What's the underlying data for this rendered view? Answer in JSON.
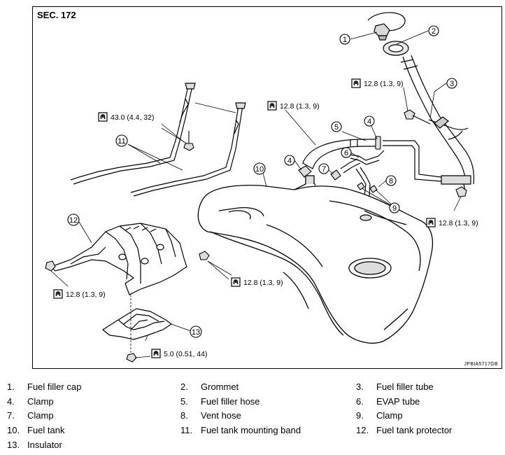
{
  "figure": {
    "section_label": "SEC. 172",
    "drawing_code": "JPBIA5717GB",
    "callouts": [
      "1",
      "2",
      "3",
      "4",
      "4",
      "5",
      "6",
      "7",
      "8",
      "9",
      "10",
      "11",
      "12",
      "13"
    ],
    "torque_values": [
      "43.0 (4.4, 32)",
      "12.8 (1.3, 9)",
      "12.8 (1.3, 9)",
      "12.8 (1.3, 9)",
      "12.8 (1.3, 9)",
      "12.8 (1.3, 9)",
      "5.0 (0.51, 44)"
    ]
  },
  "legend": [
    {
      "num": "1.",
      "label": "Fuel filler cap"
    },
    {
      "num": "2.",
      "label": "Grommet"
    },
    {
      "num": "3.",
      "label": "Fuel filler tube"
    },
    {
      "num": "4.",
      "label": "Clamp"
    },
    {
      "num": "5.",
      "label": "Fuel filler hose"
    },
    {
      "num": "6.",
      "label": "EVAP tube"
    },
    {
      "num": "7.",
      "label": "Clamp"
    },
    {
      "num": "8.",
      "label": "Vent hose"
    },
    {
      "num": "9.",
      "label": "Clamp"
    },
    {
      "num": "10.",
      "label": "Fuel tank"
    },
    {
      "num": "11.",
      "label": "Fuel tank mounting band"
    },
    {
      "num": "12.",
      "label": "Fuel tank protector"
    },
    {
      "num": "13.",
      "label": "Insulator"
    }
  ]
}
